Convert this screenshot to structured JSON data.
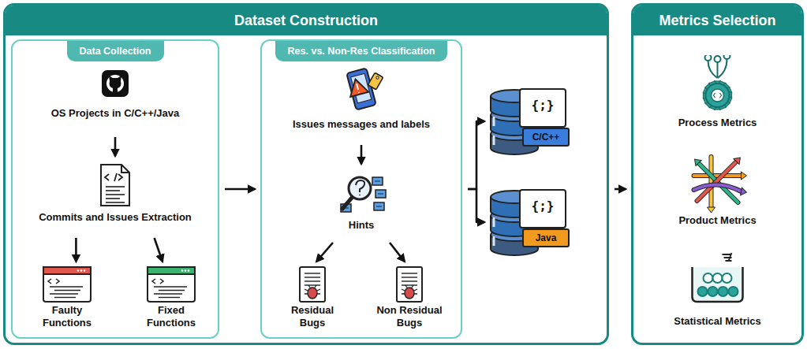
{
  "diagram": {
    "nodes": [
      {
        "text": [
          "Dataset Construction"
        ]
      },
      {
        "text": [
          "Data Collection"
        ],
        "in": 0
      },
      {
        "text": [
          "OS Projects in C/C++/Java"
        ],
        "in": 1
      },
      {
        "text": [
          "Commits and Issues Extraction"
        ],
        "in": 1
      },
      {
        "text": [
          "Faulty Functions"
        ],
        "in": 1
      },
      {
        "text": [
          "Fixed Functions"
        ],
        "in": 1
      },
      {
        "text": [
          "Res. vs. Non-Res Classification"
        ],
        "in": 0
      },
      {
        "text": [
          "Issues messages and labels"
        ],
        "in": 6
      },
      {
        "text": [
          "Hints"
        ],
        "in": 6
      },
      {
        "text": [
          "Residual Bugs"
        ],
        "in": 6
      },
      {
        "text": [
          "Non Residual Bugs"
        ],
        "in": 6
      },
      {
        "text": [
          "{;}",
          "C/C++"
        ],
        "in": 0
      },
      {
        "text": [
          "{;}",
          "Java"
        ],
        "in": 0
      },
      {
        "text": [
          "Metrics Selection"
        ]
      },
      {
        "text": [
          "Process Metrics"
        ],
        "in": 13
      },
      {
        "text": [
          "Product Metrics"
        ],
        "in": 13
      },
      {
        "text": [
          "Statistical Metrics"
        ],
        "in": 13
      }
    ],
    "edges": [
      {
        "from": 2,
        "to": 3,
        "arrow": "to"
      },
      {
        "from": 3,
        "to": 4,
        "arrow": "to"
      },
      {
        "from": 3,
        "to": 5,
        "arrow": "to"
      },
      {
        "from": 7,
        "to": 8,
        "arrow": "to"
      },
      {
        "from": 8,
        "to": 9,
        "arrow": "to"
      },
      {
        "from": 8,
        "to": 10,
        "arrow": "to"
      },
      {
        "from": 1,
        "to": 6,
        "arrow": "to"
      },
      {
        "from": 6,
        "to": 11,
        "arrow": "to"
      },
      {
        "from": 6,
        "to": 12,
        "arrow": "to"
      },
      {
        "from": 0,
        "to": 13,
        "arrow": "to"
      }
    ]
  }
}
